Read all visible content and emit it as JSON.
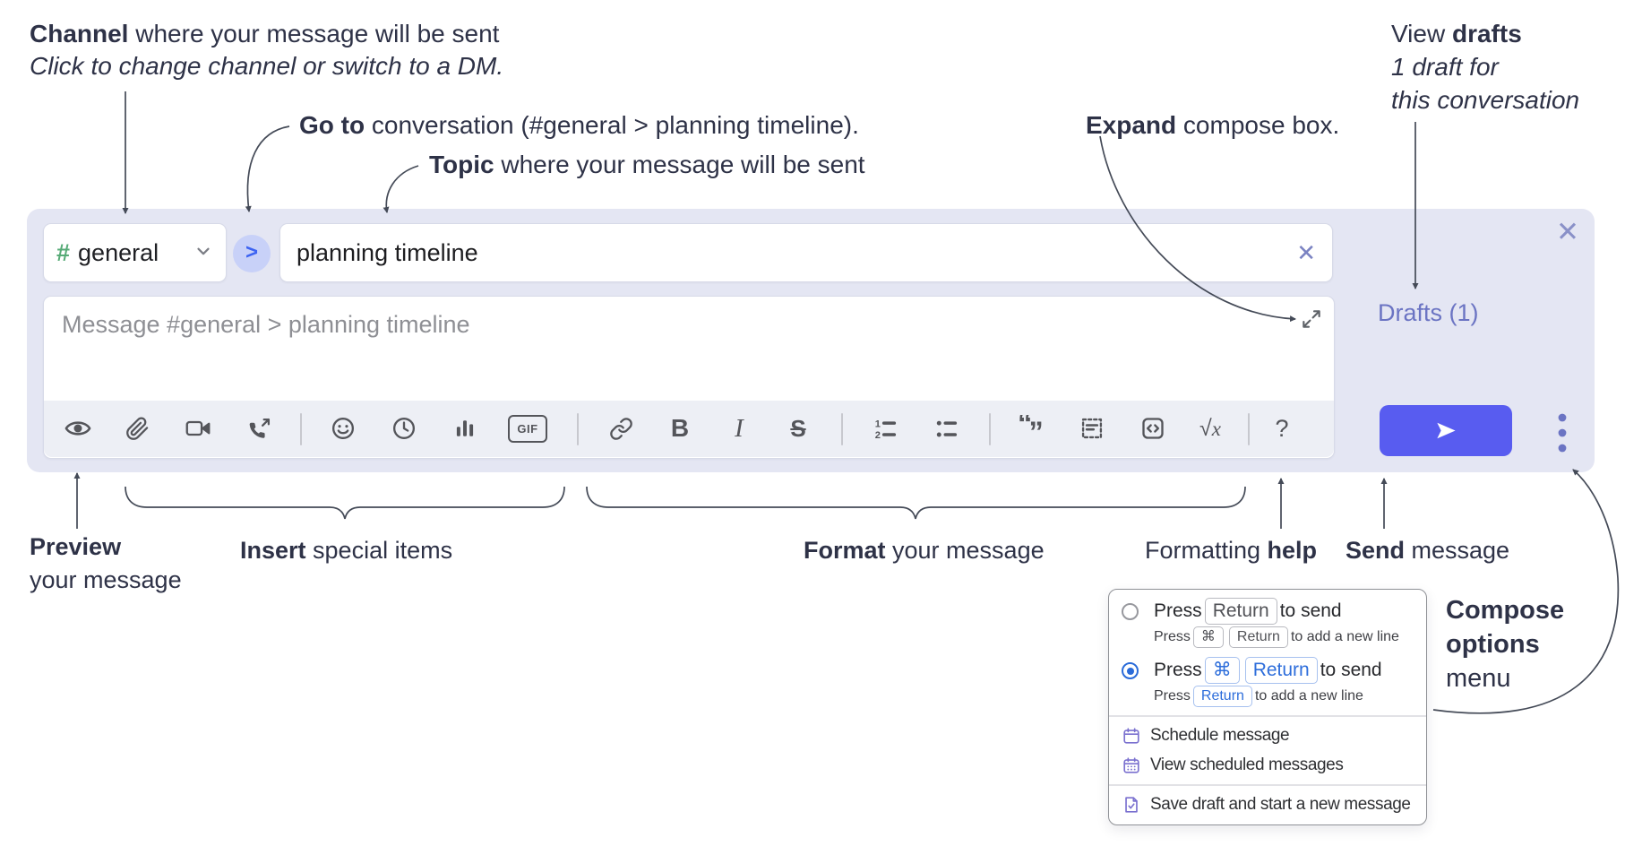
{
  "annotations": {
    "channel_line1_bold": "Channel",
    "channel_line1_rest": " where your message will be sent",
    "channel_line2": "Click to change channel or switch to a DM.",
    "goto_bold": "Go to",
    "goto_rest": " conversation (#general > planning timeline).",
    "topic_bold": "Topic",
    "topic_rest": " where your message will be sent",
    "expand_bold": "Expand",
    "expand_rest": " compose box.",
    "drafts_pre": "View ",
    "drafts_bold": "drafts",
    "drafts_line2": "1 draft for",
    "drafts_line3": "this conversation",
    "preview_bold": "Preview",
    "preview_line2": "your message",
    "insert_bold": "Insert",
    "insert_rest": " special items",
    "format_bold": "Format",
    "format_rest": " your message",
    "help_pre": "Formatting ",
    "help_bold": "help",
    "send_bold": "Send",
    "send_rest": " message",
    "compose_line1": "Compose",
    "compose_line2": "options",
    "compose_line3": "menu"
  },
  "composer": {
    "channel_hash": "#",
    "channel_name": "general",
    "goto_chevron": ">",
    "topic_value": "planning timeline",
    "clear_glyph": "✕",
    "close_glyph": "✕",
    "message_placeholder": "Message #general > planning timeline",
    "drafts_label": "Drafts (1)",
    "toolbar": {
      "gif_label": "GIF",
      "bold_label": "B",
      "italic_label": "I",
      "strike_label": "S",
      "quote_open": "“",
      "quote_close": "”",
      "ol_1": "1",
      "ol_2": "2",
      "sqrt_radical": "√",
      "sqrt_var": "x",
      "help_label": "?"
    }
  },
  "menu": {
    "option1_main_pre": "Press",
    "option1_key": "Return",
    "option1_main_suf": "to send",
    "option1_sub_pre": "Press",
    "option1_sub_key1": "⌘",
    "option1_sub_key2": "Return",
    "option1_sub_suf": "to add a new line",
    "option2_main_pre": "Press",
    "option2_key1": "⌘",
    "option2_key2": "Return",
    "option2_main_suf": "to send",
    "option2_sub_pre": "Press",
    "option2_sub_key": "Return",
    "option2_sub_suf": "to add a new line",
    "items": [
      "Schedule message",
      "View scheduled messages",
      "Save draft and start a new message"
    ]
  },
  "colors": {
    "panel_bg": "#e4e6f3",
    "send_button_blue": "#585cf0",
    "accent_indigo": "#6b74c3",
    "channel_hash_green": "#57ab77",
    "goto_chevron_blue": "#3c63f2",
    "goto_circle_bg": "#c8d1f8",
    "selected_radio_blue": "#2a6bd9",
    "key_chip_blue": "#2e6edb",
    "menu_icon_purple": "#7a70cf",
    "annotation_text": "#2e3247",
    "icon_gray": "#54555a"
  }
}
